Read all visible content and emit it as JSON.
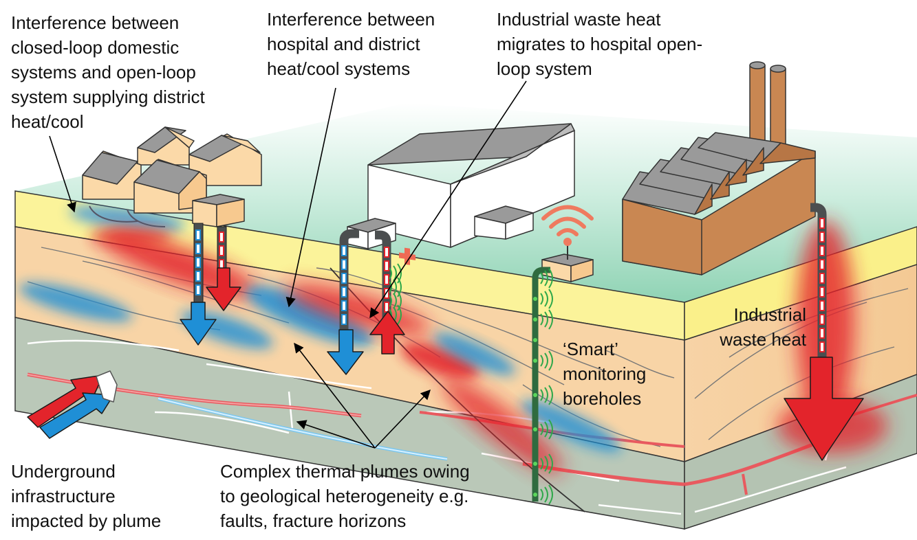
{
  "labels": {
    "domestic": [
      "Interference between",
      "closed-loop domestic",
      "systems and open-loop",
      "system supplying district",
      "heat/cool"
    ],
    "hospital": [
      "Interference between",
      "hospital and district",
      "heat/cool systems"
    ],
    "industrial_migration": [
      "Industrial waste heat",
      "migrates to hospital open-",
      "loop system"
    ],
    "industrial_heat": [
      "Industrial",
      "waste heat"
    ],
    "smart": [
      "‘Smart’",
      "monitoring",
      "boreholes"
    ],
    "underground": [
      "Underground",
      "infrastructure",
      "impacted by plume"
    ],
    "complex": [
      "Complex thermal plumes owing",
      "to geological heterogeneity e.g.",
      "faults, fracture horizons"
    ]
  },
  "symbols": {
    "hospital_cross": "red-cross-icon",
    "wifi": "wifi-signal-icon"
  },
  "colors": {
    "surface_green": "#9fd8bf",
    "topsoil_yellow": "#fbf39a",
    "sediment_peach": "#f8d4a6",
    "bedrock_grey": "#bac8b8",
    "house_wall": "#fbd9a8",
    "roof_grey": "#9a9a9a",
    "factory_brown": "#c98752",
    "hot_red": "#e3242b",
    "cold_blue": "#1f8fd6",
    "pipe_dark": "#4b4e4f",
    "monitor_green": "#2f6b3f"
  }
}
